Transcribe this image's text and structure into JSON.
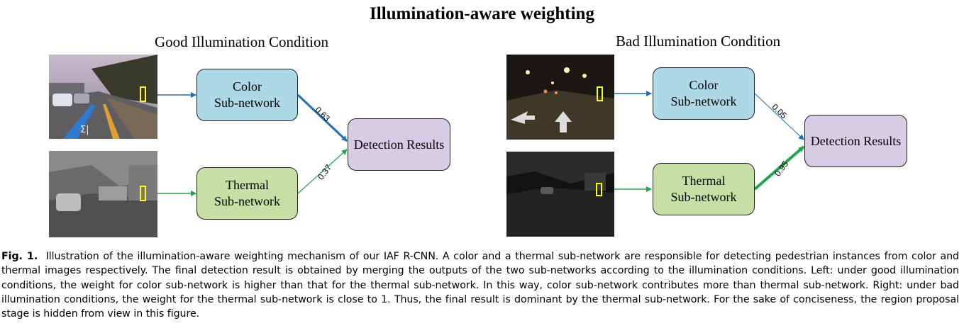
{
  "figure": {
    "title": "Illumination-aware weighting",
    "left_panel": {
      "heading": "Good Illumination Condition",
      "color_box": {
        "line1": "Color",
        "line2": "Sub-network"
      },
      "thermal_box": {
        "line1": "Thermal",
        "line2": "Sub-network"
      },
      "result_box": "Detection Results",
      "color_weight": "0.63",
      "thermal_weight": "0.37"
    },
    "right_panel": {
      "heading": "Bad Illumination Condition",
      "color_box": {
        "line1": "Color",
        "line2": "Sub-network"
      },
      "thermal_box": {
        "line1": "Thermal",
        "line2": "Sub-network"
      },
      "result_box": "Detection Results",
      "color_weight": "0.05",
      "thermal_weight": "0.95"
    },
    "colors": {
      "color_arrow": "#1f6fbf",
      "thermal_arrow": "#1aa84a",
      "color_box_fill": "#add8e6",
      "thermal_box_fill": "#c5dfa4",
      "result_box_fill": "#d7cce6",
      "detection_marker": "#ffff00"
    }
  },
  "caption": {
    "label": "Fig. 1.",
    "text": "Illustration of the illumination-aware weighting mechanism of our IAF R-CNN. A color and a thermal sub-network are responsible for detecting pedestrian instances from color and thermal images respectively. The final detection result is obtained by merging the outputs of the two sub-networks according to the illumination conditions. Left: under good illumination conditions, the weight for color sub-network is higher than that for the thermal sub-network. In this way, color sub-network contributes more than thermal sub-network. Right: under bad illumination conditions, the weight for the thermal sub-network is close to 1. Thus, the final result is dominant by the thermal sub-network. For the sake of conciseness, the region proposal stage is hidden from view in this figure."
  }
}
